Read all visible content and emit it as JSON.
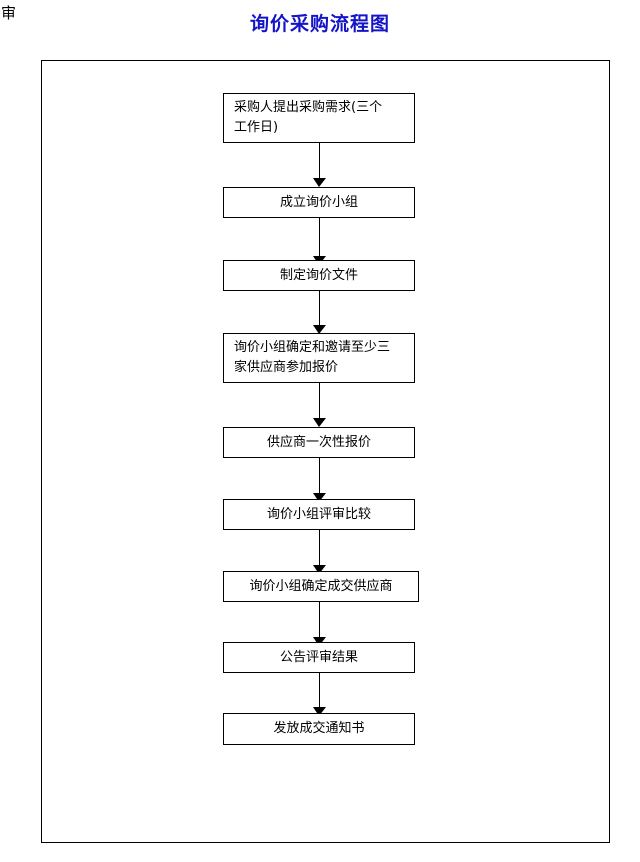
{
  "document": {
    "margin_glyph": "审",
    "title": "询价采购流程图",
    "title_color": "#1414c8",
    "line_color": "#000000",
    "background_color": "#ffffff"
  },
  "chart_data": {
    "type": "flowchart",
    "title": "询价采购流程图",
    "orientation": "top-to-bottom",
    "node_count": 9,
    "edge_count": 8,
    "nodes": [
      {
        "id": "n1",
        "label": "采购人提出采购需求(三个\n工作日)",
        "shape": "rectangle",
        "lines": 2
      },
      {
        "id": "n2",
        "label": "成立询价小组",
        "shape": "rectangle",
        "lines": 1
      },
      {
        "id": "n3",
        "label": "制定询价文件",
        "shape": "rectangle",
        "lines": 1
      },
      {
        "id": "n4",
        "label": "询价小组确定和邀请至少三\n家供应商参加报价",
        "shape": "rectangle",
        "lines": 2
      },
      {
        "id": "n5",
        "label": "供应商一次性报价",
        "shape": "rectangle",
        "lines": 1
      },
      {
        "id": "n6",
        "label": "询价小组评审比较",
        "shape": "rectangle",
        "lines": 1
      },
      {
        "id": "n7",
        "label": "询价小组确定成交供应商",
        "shape": "rectangle",
        "lines": 1
      },
      {
        "id": "n8",
        "label": "公告评审结果",
        "shape": "rectangle",
        "lines": 1
      },
      {
        "id": "n9",
        "label": "发放成交通知书",
        "shape": "rectangle",
        "lines": 1
      }
    ],
    "edges": [
      {
        "from": "n1",
        "to": "n2",
        "label": "",
        "style": "solid-arrow"
      },
      {
        "from": "n2",
        "to": "n3",
        "label": "",
        "style": "solid-arrow"
      },
      {
        "from": "n3",
        "to": "n4",
        "label": "",
        "style": "solid-arrow"
      },
      {
        "from": "n4",
        "to": "n5",
        "label": "",
        "style": "solid-arrow"
      },
      {
        "from": "n5",
        "to": "n6",
        "label": "",
        "style": "solid-arrow"
      },
      {
        "from": "n6",
        "to": "n7",
        "label": "",
        "style": "solid-arrow"
      },
      {
        "from": "n7",
        "to": "n8",
        "label": "",
        "style": "solid-arrow"
      },
      {
        "from": "n8",
        "to": "n9",
        "label": "",
        "style": "solid-arrow"
      }
    ]
  }
}
